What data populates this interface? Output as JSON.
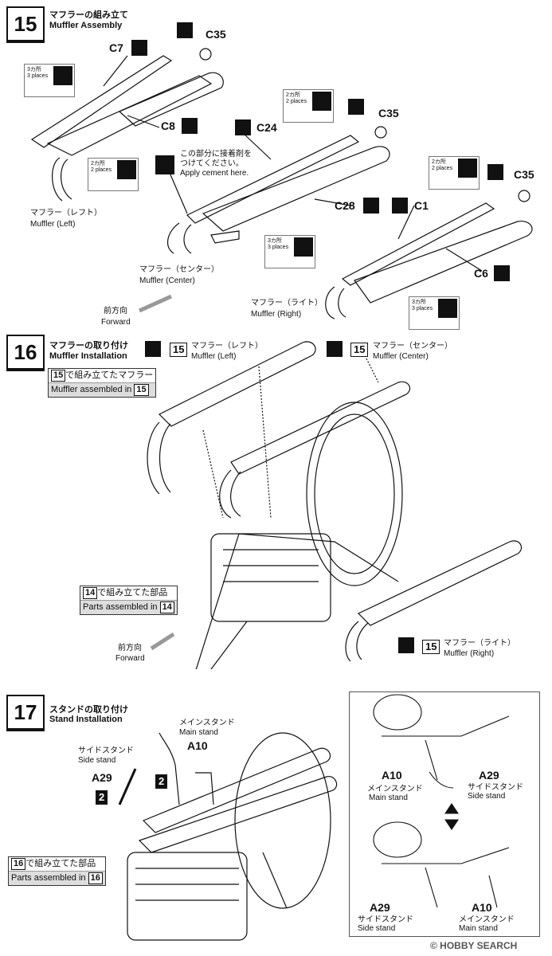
{
  "step15": {
    "number": "15",
    "title_jp": "マフラーの組み立て",
    "title_en": "Muffler Assembly",
    "parts": {
      "c7": "C7",
      "c35_a": "C35",
      "c8": "C8",
      "c24": "C24",
      "c35_b": "C35",
      "c28": "C28",
      "c1": "C1",
      "c35_c": "C35",
      "c6": "C6"
    },
    "places3_a": "3カ所\n3 places",
    "places2_a": "2カ所\n2 places",
    "places2_b": "2カ所\n2 places",
    "places3_b": "3カ所\n3 places",
    "places2_c": "2カ所\n2 places",
    "places3_c": "3カ所\n3 places",
    "cement_jp": "この部分に接着剤を\nつけてください。",
    "cement_en": "Apply cement here.",
    "muffler_left_jp": "マフラー（レフト）",
    "muffler_left_en": "Muffler (Left)",
    "muffler_center_jp": "マフラー（センター）",
    "muffler_center_en": "Muffler (Center)",
    "muffler_right_jp": "マフラー（ライト）",
    "muffler_right_en": "Muffler (Right)",
    "forward_jp": "前方向",
    "forward_en": "Forward"
  },
  "step16": {
    "number": "16",
    "title_jp": "マフラーの取り付け",
    "title_en": "Muffler Installation",
    "ref15": "15",
    "left_jp": "マフラー（レフト）",
    "left_en": "Muffler (Left)",
    "center_jp": "マフラー（センター）",
    "center_en": "Muffler (Center)",
    "right_jp": "マフラー（ライト）",
    "right_en": "Muffler (Right)",
    "assembled15_jp": "で組み立てたマフラー",
    "assembled15_en": "Muffler assembled in",
    "assembled14_jp": "で組み立てた部品",
    "assembled14_en": "Parts assembled in",
    "ref14": "14",
    "forward_jp": "前方向",
    "forward_en": "Forward"
  },
  "step17": {
    "number": "17",
    "title_jp": "スタンドの取り付け",
    "title_en": "Stand Installation",
    "main_stand_jp": "メインスタンド",
    "main_stand_en": "Main stand",
    "side_stand_jp": "サイドスタンド",
    "side_stand_en": "Side stand",
    "a10": "A10",
    "a29": "A29",
    "qty2": "2",
    "assembled16_jp": "で組み立てた部品",
    "assembled16_en": "Parts assembled in",
    "ref16": "16",
    "inset": {
      "a10": "A10",
      "a29": "A29",
      "main_jp": "メインスタンド",
      "main_en": "Main stand",
      "side_jp": "サイドスタンド",
      "side_en": "Side stand"
    }
  },
  "watermark": "© HOBBY SEARCH"
}
